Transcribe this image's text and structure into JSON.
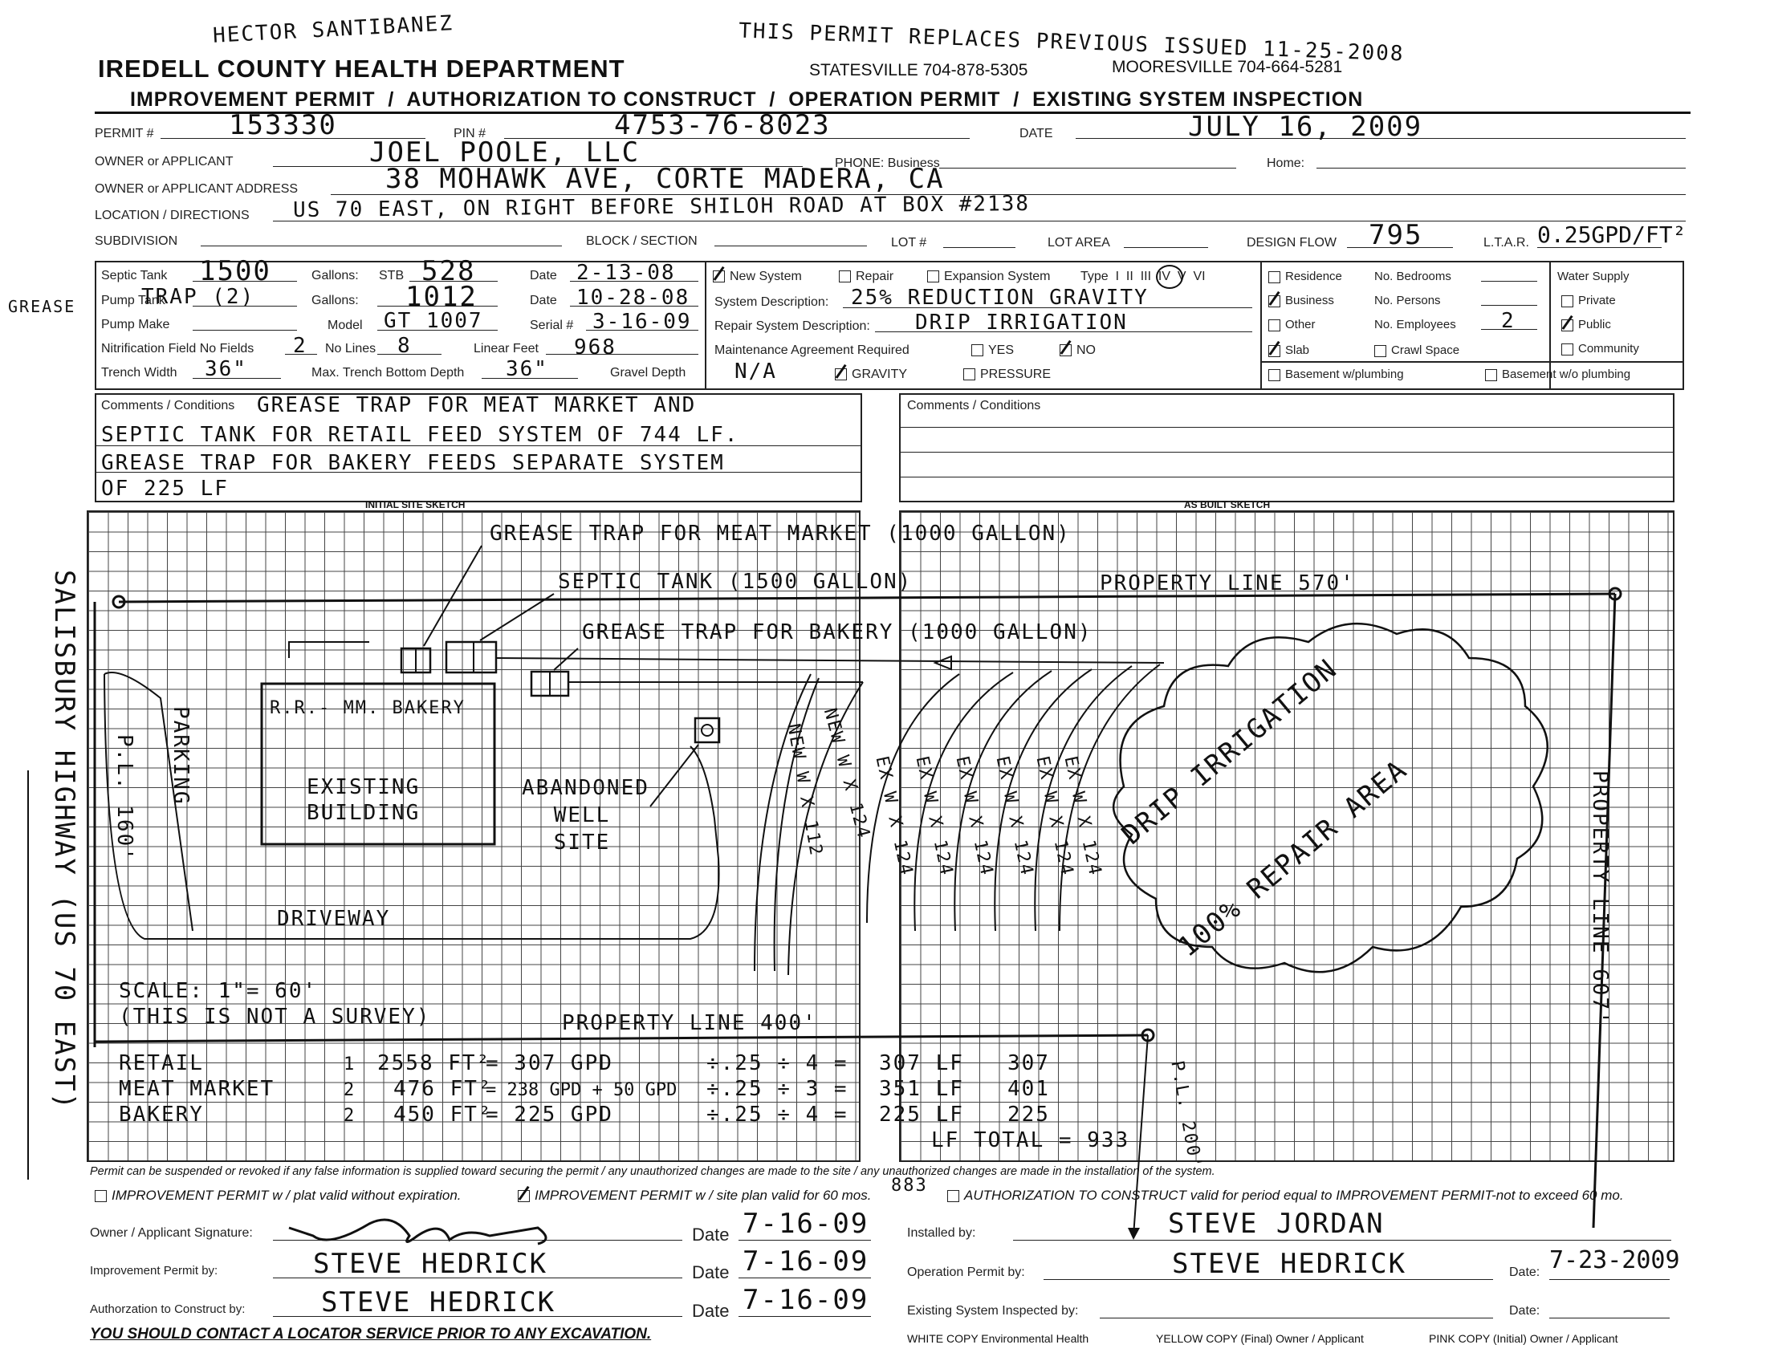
{
  "header": {
    "handwritten_name": "HECTOR SANTIBANEZ",
    "dept_title": "IREDELL COUNTY HEALTH DEPARTMENT",
    "replaces_note": "THIS PERMIT REPLACES PREVIOUS ISSUED 11-25-2008",
    "statesville": "STATESVILLE 704-878-5305",
    "mooresville": "MOORESVILLE 704-664-5281",
    "permit_types": "IMPROVEMENT PERMIT  /  AUTHORIZATION TO CONSTRUCT  /  OPERATION PERMIT  /  EXISTING SYSTEM INSPECTION"
  },
  "permit": {
    "permit_label": "PERMIT #",
    "permit_no": "153330",
    "pin_label": "PIN #",
    "pin": "4753-76-8023",
    "date_label": "DATE",
    "date": "JULY 16, 2009",
    "owner_label": "OWNER or APPLICANT",
    "owner": "JOEL POOLE, LLC",
    "phone_label": "PHONE: Business",
    "home_label": "Home:",
    "address_label": "OWNER or APPLICANT ADDRESS",
    "address": "38 MOHAWK AVE,  CORTE MADERA,  CA",
    "location_label": "LOCATION / DIRECTIONS",
    "location": "US 70 EAST, ON RIGHT BEFORE SHILOH ROAD AT BOX #2138",
    "subdivision_label": "SUBDIVISION",
    "block_label": "BLOCK / SECTION",
    "lot_label": "LOT #",
    "lot_area_label": "LOT AREA",
    "design_flow_label": "DESIGN FLOW",
    "design_flow": "795",
    "ltar_label": "L.T.A.R.",
    "ltar": "0.25GPD/FT²"
  },
  "system": {
    "septic_label": "Septic Tank",
    "septic": "1500",
    "gallons_label": "Gallons:",
    "stb_label": "STB",
    "stb": "528",
    "date_label": "Date",
    "septic_date": "2-13-08",
    "grease_note": "GREASE",
    "pump_label": "Pump Tank",
    "pump": "TRAP (2)",
    "pump_gallons": "1012",
    "pump_date": "10-28-08",
    "pump_make_label": "Pump Make",
    "model_label": "Model",
    "model": "GT 1007",
    "serial_label": "Serial #",
    "serial": "3-16-09",
    "nitri_label": "Nitrification Field  No Fields",
    "fields": "2",
    "lines_label": "No Lines",
    "lines": "8",
    "linear_label": "Linear Feet",
    "linear": "968",
    "trench_w_label": "Trench Width",
    "trench_w": "36\"",
    "trench_d_label": "Max. Trench Bottom Depth",
    "trench_d": "36\"",
    "gravel_label": "Gravel Depth",
    "gravel": "N/A",
    "new_system": "New System",
    "repair": "Repair",
    "expansion": "Expansion System",
    "type_label": "Type  I  II  III  IV  V  VI",
    "desc_label": "System Description:",
    "desc": "25% REDUCTION  GRAVITY",
    "repair_desc_label": "Repair System Description:",
    "repair_desc": "DRIP IRRIGATION",
    "maint_label": "Maintenance Agreement Required",
    "yes": "YES",
    "no": "NO",
    "gravity": "GRAVITY",
    "pressure": "PRESSURE",
    "residence": "Residence",
    "business": "Business",
    "other": "Other",
    "slab": "Slab",
    "basement_w": "Basement w/plumbing",
    "bedrooms": "No. Bedrooms",
    "persons": "No. Persons",
    "employees": "No. Employees",
    "employees_val": "2",
    "crawl": "Crawl Space",
    "basement_wo": "Basement w/o plumbing",
    "water_label": "Water Supply",
    "private": "Private",
    "public": "Public",
    "community": "Community"
  },
  "comments": {
    "label": "Comments / Conditions",
    "left_lines": [
      "GREASE TRAP FOR MEAT MARKET AND",
      "SEPTIC TANK FOR RETAIL FEED SYSTEM OF 744 LF.",
      "GREASE TRAP FOR BAKERY FEEDS SEPARATE SYSTEM",
      "OF 225 LF"
    ],
    "right_label": "Comments / Conditions"
  },
  "sketch": {
    "initial_label": "INITIAL SITE SKETCH",
    "asbuilt_label": "AS BUILT SKETCH",
    "grease_meat": "GREASE TRAP FOR MEAT MARKET (1000 GALLON)",
    "septic_tank": "SEPTIC TANK (1500 GALLON)",
    "grease_bakery": "GREASE TRAP FOR BAKERY (1000 GALLON)",
    "property_top": "PROPERTY LINE 570'",
    "rr_mm_bakery": "R.R.- MM. BAKERY",
    "existing_building": "EXISTING BUILDING",
    "abandoned_well": "ABANDONED WELL SITE",
    "parking": "PARKING",
    "driveway": "DRIVEWAY",
    "pl_left": "P.L. 160'",
    "salisbury": "SALISBURY HIGHWAY (US 70 EAST)",
    "drip": "DRIP IRRIGATION",
    "repair_area": "100% REPAIR AREA",
    "property_right": "PROPERTY LINE 607'",
    "property_bottom": "PROPERTY LINE 400'",
    "pl_bottom": "P.L. 200'",
    "scale1": "SCALE: 1\"= 60'",
    "scale2": "(THIS IS NOT A SURVEY)",
    "new_lines": [
      "NEW W X 112",
      "NEW W X 124"
    ],
    "ex_lines": [
      "EX W X 124",
      "EX W X 124",
      "EX W X 124",
      "EX W X 124",
      "EX W X 124",
      "EX W X 124"
    ],
    "calc": [
      {
        "name": "RETAIL",
        "n": "1",
        "a": "2558 FT²",
        "b": "= 307 GPD",
        "c": "÷.25 ÷ 4 =",
        "d": "307 LF",
        "e": "307"
      },
      {
        "name": "MEAT MARKET",
        "n": "2",
        "a": "476 FT²",
        "b": "= 238 GPD + 50 GPD",
        "c": "÷.25 ÷ 3 =",
        "d": "351 LF",
        "e": "401"
      },
      {
        "name": "BAKERY",
        "n": "2",
        "a": "450 FT²",
        "b": "= 225 GPD",
        "c": "÷.25 ÷ 4 =",
        "d": "225 LF",
        "e": "225"
      }
    ],
    "total": "LF TOTAL = 933"
  },
  "footer": {
    "revoke": "Permit can be suspended or revoked if any false information is supplied toward securing the permit / any unauthorized changes are made to the site / any unauthorized changes are made in the installation of the system.",
    "imp_plat": "IMPROVEMENT PERMIT w / plat valid without expiration.",
    "imp_site": "IMPROVEMENT PERMIT w / site plan valid for 60 mos.",
    "auth_period": "AUTHORIZATION TO CONSTRUCT valid for period equal to IMPROVEMENT PERMIT-not to exceed 60 mo.",
    "owner_sig_label": "Owner / Applicant Signature:",
    "imp_by_label": "Improvement Permit by:",
    "imp_by": "STEVE HEDRICK",
    "auth_by_label": "Authorzation to Construct by:",
    "auth_by": "STEVE HEDRICK",
    "date_label": "Date",
    "date1": "7-16-09",
    "date2": "7-16-09",
    "date3": "7-16-09",
    "installed_label": "Installed by:",
    "installed": "STEVE JORDAN",
    "op_label": "Operation Permit by:",
    "op_by": "STEVE HEDRICK",
    "op_date_label": "Date:",
    "op_date": "7-23-2009",
    "existing_label": "Existing System Inspected by:",
    "existing_date_label": "Date:",
    "locator": "YOU SHOULD CONTACT A LOCATOR SERVICE PRIOR TO ANY EXCAVATION.",
    "white": "WHITE COPY  Environmental Health",
    "yellow": "YELLOW  COPY (Final) Owner / Applicant",
    "pink": "PINK COPY (Initial)  Owner / Applicant",
    "margin_note": "883"
  }
}
